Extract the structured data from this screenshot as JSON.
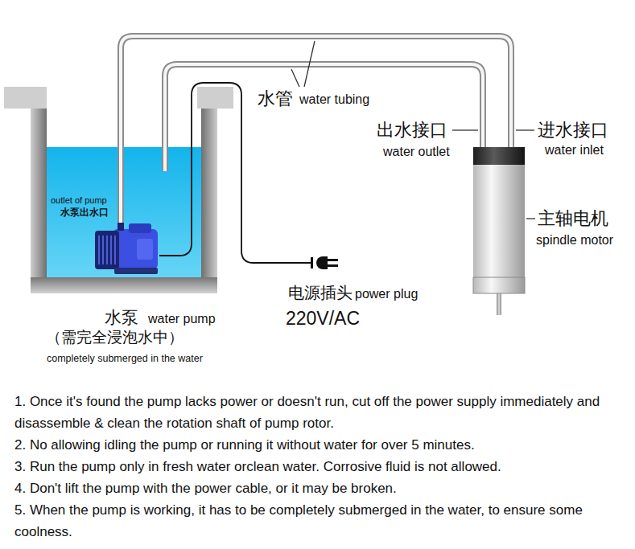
{
  "diagram": {
    "nodes": [
      {
        "text": [
          "水泵",
          "water pump",
          "（需完全浸泡水中）",
          "completely submerged in the water"
        ]
      },
      {
        "text": [
          "主轴电机",
          "spindle motor"
        ]
      },
      {
        "text": [
          "电源插头",
          "power plug",
          "220V/AC"
        ]
      }
    ],
    "edges": [
      {
        "from": 0,
        "to": 1,
        "arrow": "none"
      },
      {
        "from": 0,
        "to": 2,
        "arrow": "none"
      }
    ],
    "labels": [
      "outlet of pump",
      "水泵出水口",
      "水管",
      "water tubing",
      "出水接口",
      "water outlet",
      "进水接口",
      "water inlet",
      "1. Once it's found the pump lacks power or doesn't run, cut off the power supply immediately and disassemble & clean the rotation shaft of pump rotor.",
      "2. No allowing idling the pump or running it without water for over 5 minutes.",
      "3. Run the pump only in fresh water orclean water. Corrosive fluid is not allowed.",
      "4. Don't lift the pump with the power cable, or it may be broken.",
      "5. When the pump is working, it has to be completely submerged in the water, to ensure some coolness."
    ]
  }
}
